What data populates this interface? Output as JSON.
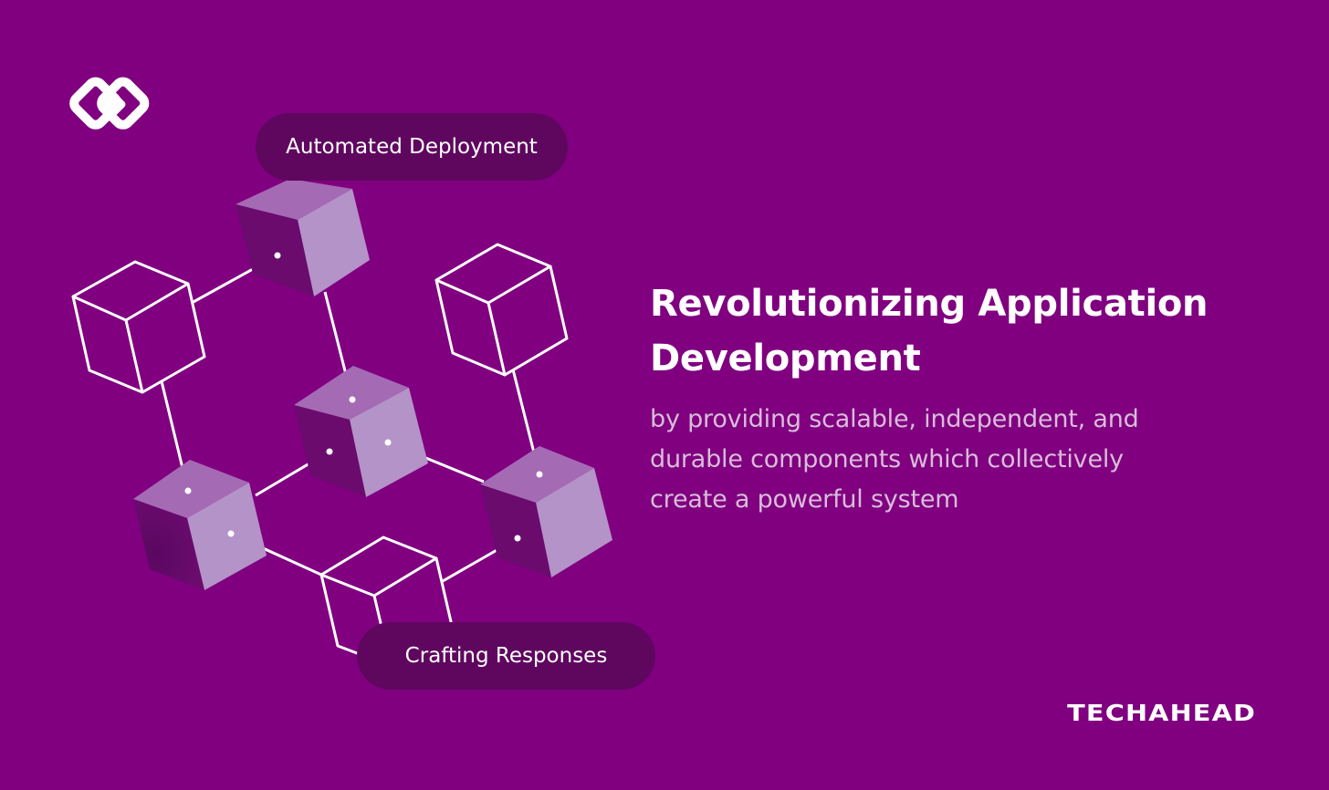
{
  "colors": {
    "background": "#800080",
    "pill_background": "#5f075f",
    "solid_cube_top": "#a56ab4",
    "solid_cube_right": "#b493c8",
    "solid_cube_left": "#6a0b6d",
    "wireframe_stroke": "#ffffff",
    "subtext": "#d9bcd9"
  },
  "icons": {
    "logo": "interlocking-rounded-diamonds-logo"
  },
  "labels": {
    "automated_deployment": "Automated Deployment",
    "crafting_responses": "Crafting Responses"
  },
  "headline": {
    "line1": "Revolutionizing Application",
    "line2": "Development"
  },
  "subtext": {
    "line1": "by providing scalable, independent, and",
    "line2": "durable components which collectively",
    "line3": "create a powerful system"
  },
  "brand": {
    "name": "TECHAHEAD"
  }
}
